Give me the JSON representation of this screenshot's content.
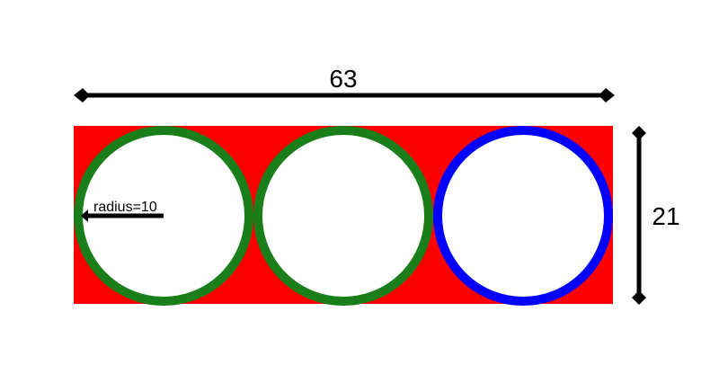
{
  "diagram": {
    "width_label": "63",
    "height_label": "21",
    "radius_label": "radius=10"
  },
  "colors": {
    "background_rect": "#ff0000",
    "circle_1_stroke": "#1a7f1a",
    "circle_2_stroke": "#1a7f1a",
    "circle_3_stroke": "#0000ff",
    "circle_fill": "#ffffff",
    "dimension_lines": "#000000"
  }
}
